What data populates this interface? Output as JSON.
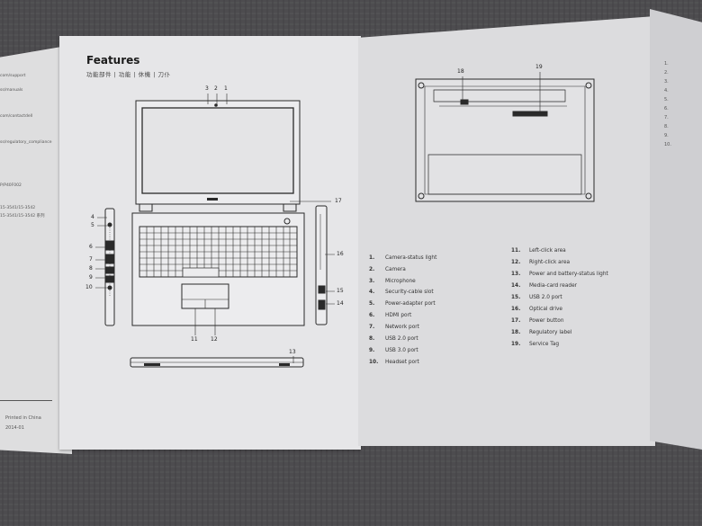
{
  "document": {
    "title": "Features",
    "subtitle": "功能部件 | 功能 | 休機 | 刀仆"
  },
  "left_panel_text": [
    "com/support",
    "ss/manuals",
    "com/contactdell",
    "ss/regulatory_compliance",
    "P/P40F002",
    "15-3541/15-3542",
    "15-3541/15-3542 系列"
  ],
  "footer": {
    "printed": "Printed in China",
    "date": "2014-01"
  },
  "callouts_top": [
    "3",
    "2",
    "1"
  ],
  "callouts_left": [
    "4",
    "5",
    "6",
    "7",
    "8",
    "9",
    "10"
  ],
  "callouts_bottom": [
    "11",
    "12"
  ],
  "callout_13": "13",
  "callouts_right": [
    "14",
    "15",
    "16",
    "17"
  ],
  "callouts_bottom_view": [
    "18",
    "19"
  ],
  "legend_left": [
    {
      "num": "1.",
      "label": "Camera-status light"
    },
    {
      "num": "2.",
      "label": "Camera"
    },
    {
      "num": "3.",
      "label": "Microphone"
    },
    {
      "num": "4.",
      "label": "Security-cable slot"
    },
    {
      "num": "5.",
      "label": "Power-adapter port"
    },
    {
      "num": "6.",
      "label": "HDMI port"
    },
    {
      "num": "7.",
      "label": "Network port"
    },
    {
      "num": "8.",
      "label": "USB 2.0 port"
    },
    {
      "num": "9.",
      "label": "USB 3.0 port"
    },
    {
      "num": "10.",
      "label": "Headset port"
    }
  ],
  "legend_right": [
    {
      "num": "11.",
      "label": "Left-click area"
    },
    {
      "num": "12.",
      "label": "Right-click area"
    },
    {
      "num": "13.",
      "label": "Power and battery-status light"
    },
    {
      "num": "14.",
      "label": "Media-card reader"
    },
    {
      "num": "15.",
      "label": "USB 2.0 port"
    },
    {
      "num": "16.",
      "label": "Optical drive"
    },
    {
      "num": "17.",
      "label": "Power button"
    },
    {
      "num": "18.",
      "label": "Regulatory label"
    },
    {
      "num": "19.",
      "label": "Service Tag"
    }
  ],
  "far_right_text": [
    "1.",
    "2.",
    "3.",
    "4.",
    "5.",
    "6.",
    "7.",
    "8.",
    "9.",
    "10."
  ],
  "colors": {
    "paper": "#e6e6e8",
    "cloth": "#4d4c4f",
    "ink": "#2a2a2a"
  }
}
